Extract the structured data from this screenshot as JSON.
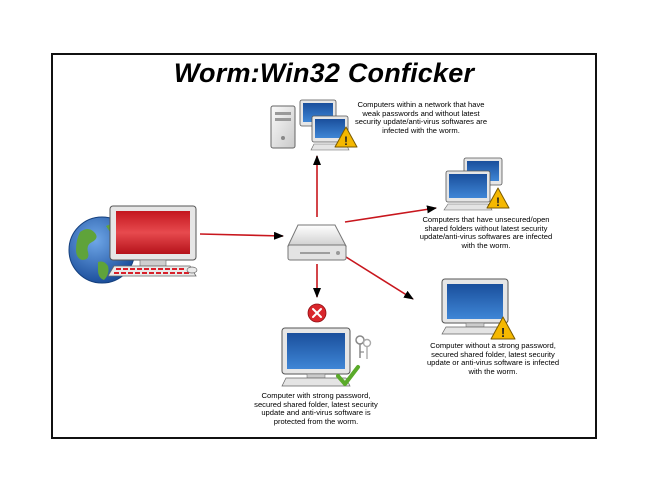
{
  "title": "Worm:Win32 Conficker",
  "colors": {
    "arrow_red": "#c8161d",
    "arrow_black": "#000000",
    "warning_yellow": "#f5b800",
    "blocked_red": "#d9262c",
    "check_green": "#5aaa2a",
    "screen_blue": "#1e5fb0",
    "infected_screen": "#d8202a"
  },
  "icons": {
    "source": "globe-icon",
    "hub": "drive-icon",
    "warning": "warning-icon",
    "blocked": "blocked-icon",
    "protected": "check-icon",
    "keys": "keys-icon"
  },
  "captions": {
    "weak_passwords": [
      "Computers within a network that have",
      "weak passwords and without latest",
      "security update/anti-virus softwares are",
      "infected with the worm."
    ],
    "open_shares": [
      "Computers that have unsecured/open",
      "shared folders without latest security",
      "update/anti-virus softwares are infected",
      "with the worm."
    ],
    "no_strong_password": [
      "Computer without a strong password,",
      "secured shared folder, latest security",
      "update or anti-virus software is infected",
      "with the worm."
    ],
    "protected": [
      "Computer with strong password,",
      "secured shared folder, latest security",
      "update and anti-virus software is",
      "protected from the worm."
    ]
  }
}
